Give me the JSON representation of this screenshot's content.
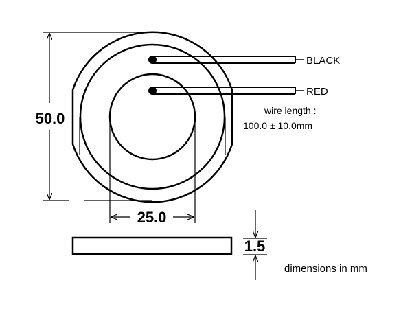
{
  "diagram": {
    "dimensions": {
      "outer_diameter": "50.0",
      "inner_diameter": "25.0",
      "thickness": "1.5"
    },
    "wires": [
      {
        "label": "BLACK"
      },
      {
        "label": "RED"
      }
    ],
    "wire_length_label": "wire length :",
    "wire_length_value": "100.0 ± 10.0mm",
    "units_note": "dimensions in mm"
  }
}
